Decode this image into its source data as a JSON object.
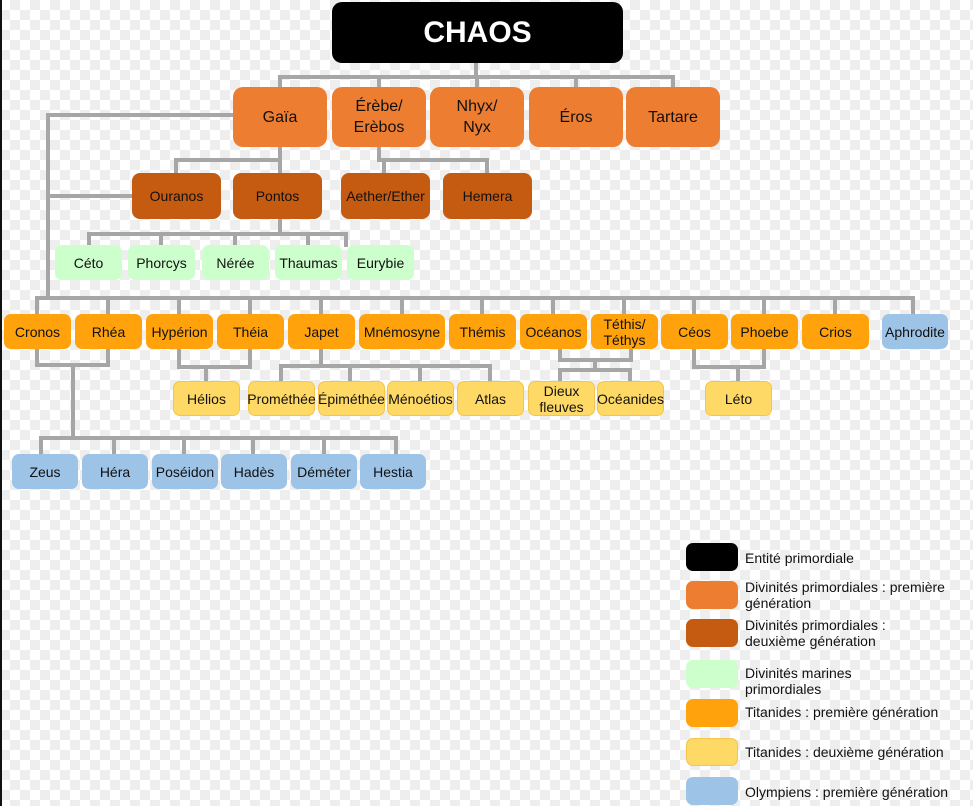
{
  "root": {
    "label": "CHAOS"
  },
  "primordial_first": [
    {
      "label": "Gaïa"
    },
    {
      "label": "Érèbe/\nErèbos"
    },
    {
      "label": "Nhyx/\nNyx"
    },
    {
      "label": "Éros"
    },
    {
      "label": "Tartare"
    }
  ],
  "primordial_second": [
    {
      "label": "Ouranos"
    },
    {
      "label": "Pontos"
    },
    {
      "label": "Aether/Ether"
    },
    {
      "label": "Hemera"
    }
  ],
  "marine": [
    {
      "label": "Céto"
    },
    {
      "label": "Phorcys"
    },
    {
      "label": "Nérée"
    },
    {
      "label": "Thaumas"
    },
    {
      "label": "Eurybie"
    }
  ],
  "titans_first": [
    {
      "label": "Cronos"
    },
    {
      "label": "Rhéa"
    },
    {
      "label": "Hypérion"
    },
    {
      "label": "Théia"
    },
    {
      "label": "Japet"
    },
    {
      "label": "Mnémosyne"
    },
    {
      "label": "Thémis"
    },
    {
      "label": "Océanos"
    },
    {
      "label": "Téthis/\nTéthys"
    },
    {
      "label": "Céos"
    },
    {
      "label": "Phoebe"
    },
    {
      "label": "Crios"
    }
  ],
  "aphrodite": {
    "label": "Aphrodite"
  },
  "titans_second": [
    {
      "label": "Hélios"
    },
    {
      "label": "Prométhée"
    },
    {
      "label": "Épiméthée"
    },
    {
      "label": "Ménoétios"
    },
    {
      "label": "Atlas"
    },
    {
      "label": "Dieux\nfleuves"
    },
    {
      "label": "Océanides"
    },
    {
      "label": "Léto"
    }
  ],
  "olympians": [
    {
      "label": "Zeus"
    },
    {
      "label": "Héra"
    },
    {
      "label": "Poséidon"
    },
    {
      "label": "Hadès"
    },
    {
      "label": "Déméter"
    },
    {
      "label": "Hestia"
    }
  ],
  "legend": [
    {
      "label": "Entité primordiale",
      "color": "#000000"
    },
    {
      "label": "Divinités primordiales : première génération",
      "color": "#ed7d31"
    },
    {
      "label": "Divinités primordiales : deuxième génération",
      "color": "#c55a11"
    },
    {
      "label": "Divinités marines primordiales",
      "color": "#ccffcc"
    },
    {
      "label": "Titanides : première génération",
      "color": "#ffa20c"
    },
    {
      "label": "Titanides : deuxième génération",
      "color": "#ffd966"
    },
    {
      "label": "Olympiens : première génération",
      "color": "#9dc3e6"
    }
  ],
  "connector_color": "#a6a6a6"
}
